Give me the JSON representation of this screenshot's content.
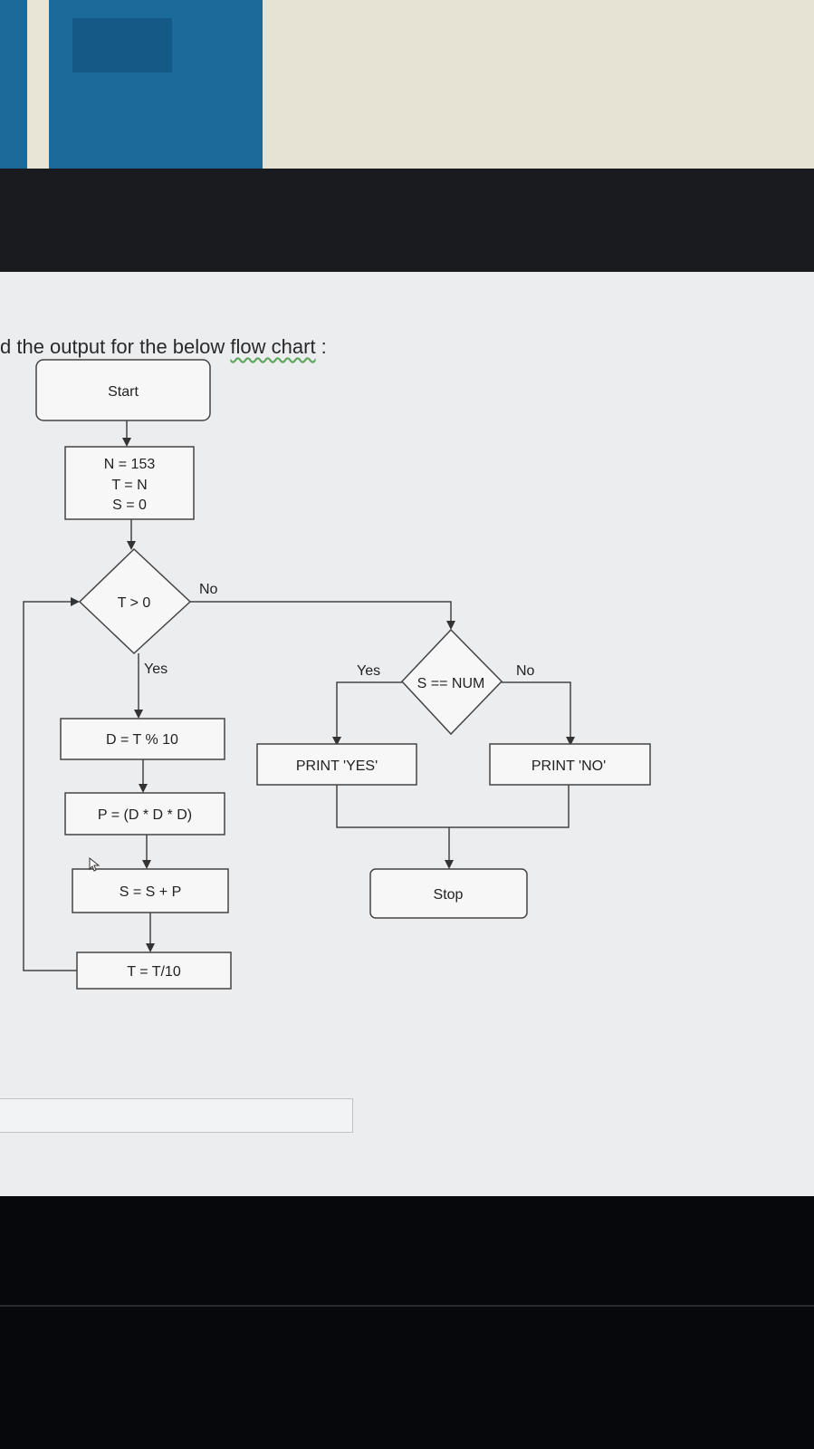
{
  "heading": {
    "prefix": "d the output for the below ",
    "underlined": "flow chart",
    "suffix": " :"
  },
  "flowchart": {
    "start": "Start",
    "init_lines": [
      "N = 153",
      "T = N",
      "S = 0"
    ],
    "loop_condition": "T > 0",
    "loop_no": "No",
    "loop_yes": "Yes",
    "step_digit": "D = T % 10",
    "step_power": "P = (D * D * D)",
    "step_sum": "S = S + P",
    "step_divide": "T = T/10",
    "check_condition": "S == NUM",
    "check_yes": "Yes",
    "check_no": "No",
    "print_yes": "PRINT 'YES'",
    "print_no": "PRINT 'NO'",
    "stop": "Stop"
  },
  "answer_field": {
    "value": ""
  }
}
